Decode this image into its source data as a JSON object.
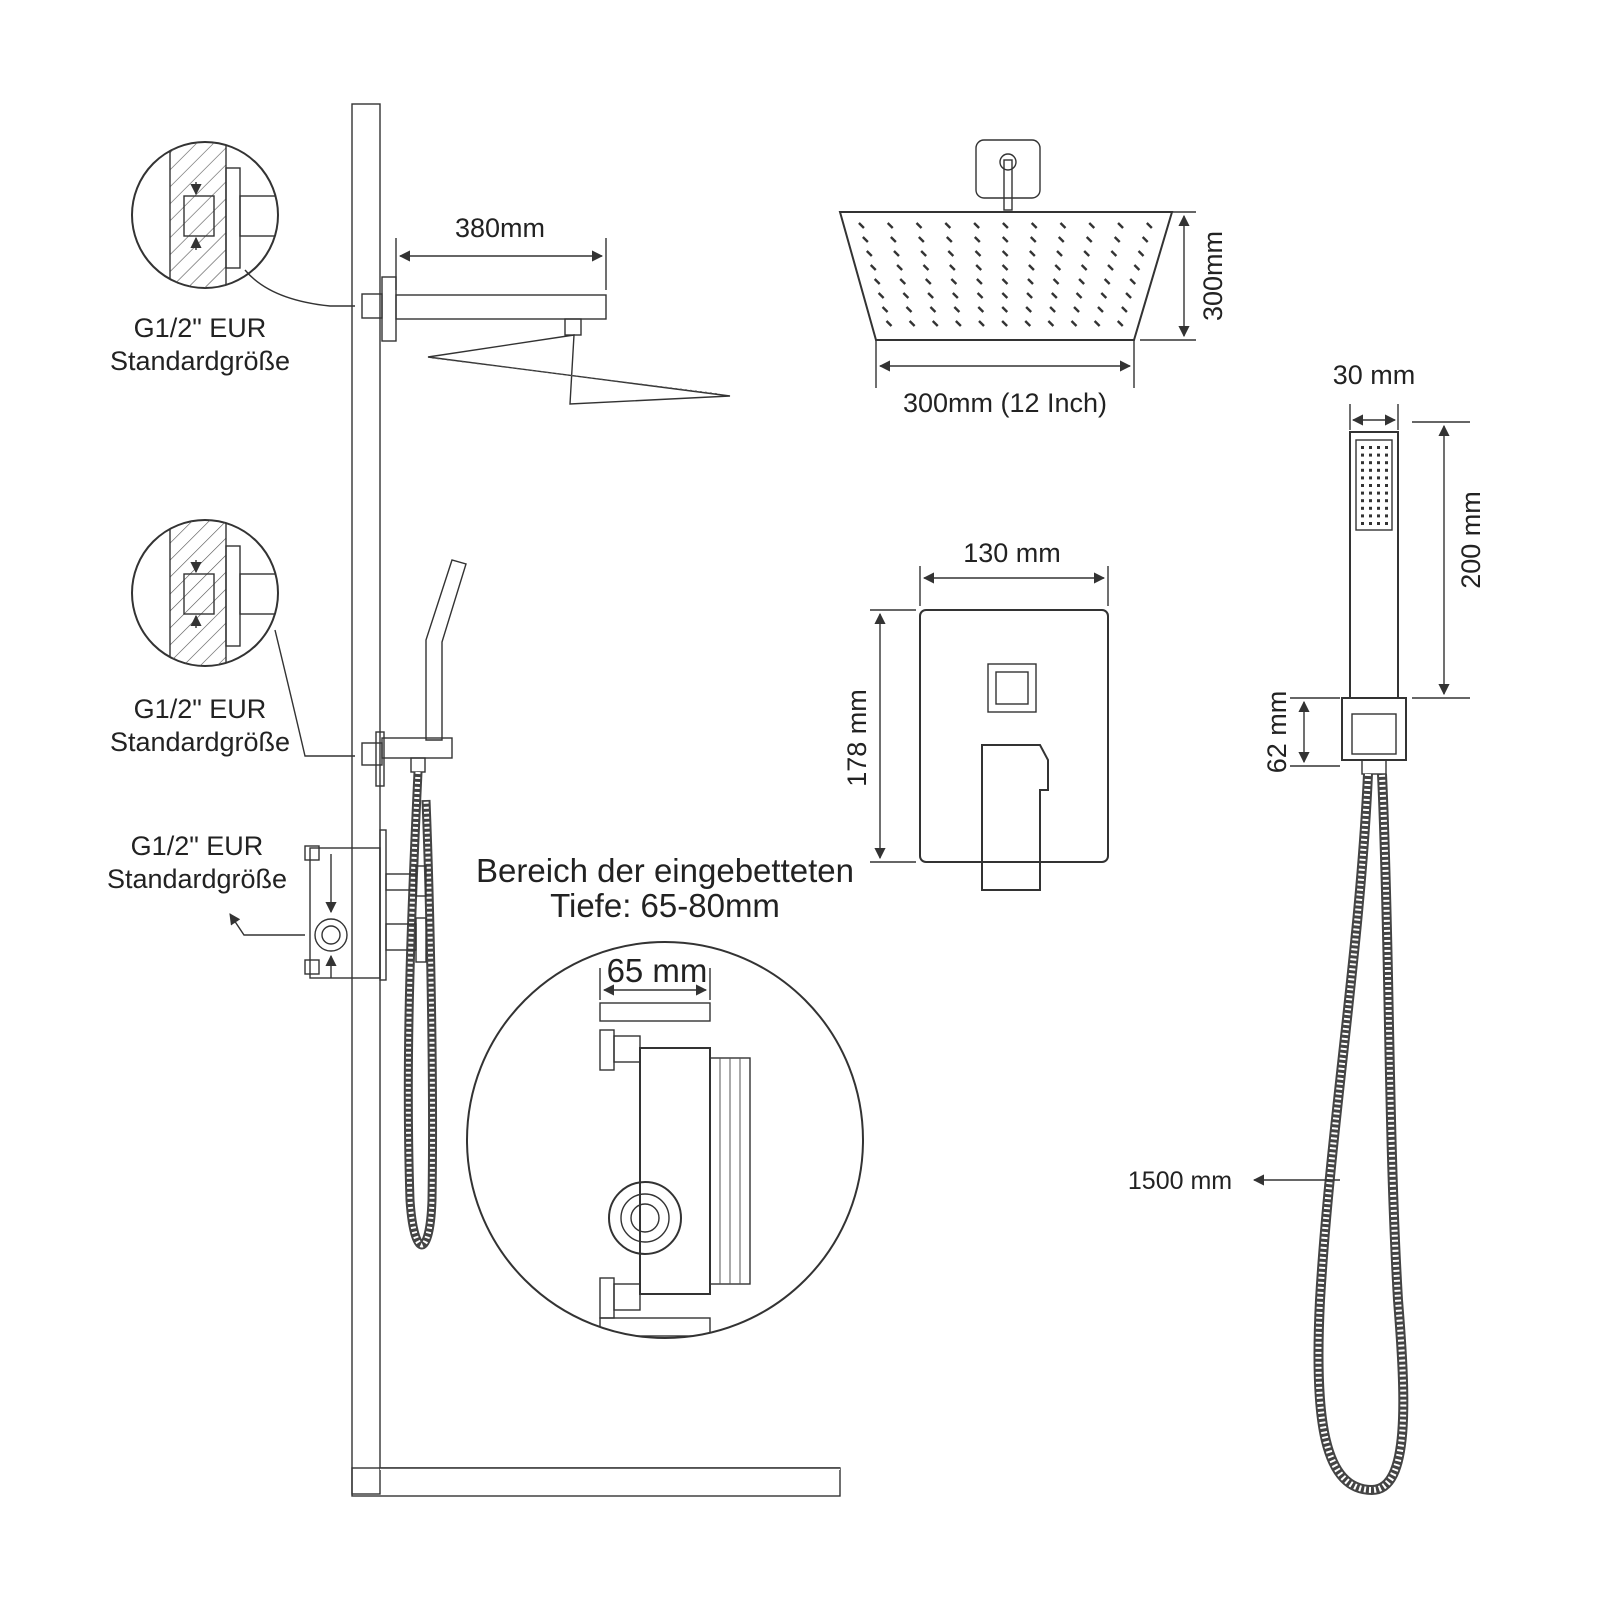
{
  "labels": {
    "arm_length": "380mm",
    "connector_top_1": "G1/2\" EUR",
    "connector_top_2": "Standardgröße",
    "connector_mid_1": "G1/2\" EUR",
    "connector_mid_2": "Standardgröße",
    "connector_bot_1": "G1/2\" EUR",
    "connector_bot_2": "Standardgröße",
    "head_height": "300mm",
    "head_width": "300mm (12 Inch)",
    "handheld_width": "30 mm",
    "handheld_length": "200 mm",
    "holder_height": "62 mm",
    "hose_length": "1500 mm",
    "plate_width": "130 mm",
    "plate_height": "178 mm",
    "embed_title_1": "Bereich der eingebetteten",
    "embed_title_2": "Tiefe: 65-80mm",
    "embed_depth": "65 mm"
  },
  "colors": {
    "line": "#333333",
    "background": "#ffffff"
  }
}
